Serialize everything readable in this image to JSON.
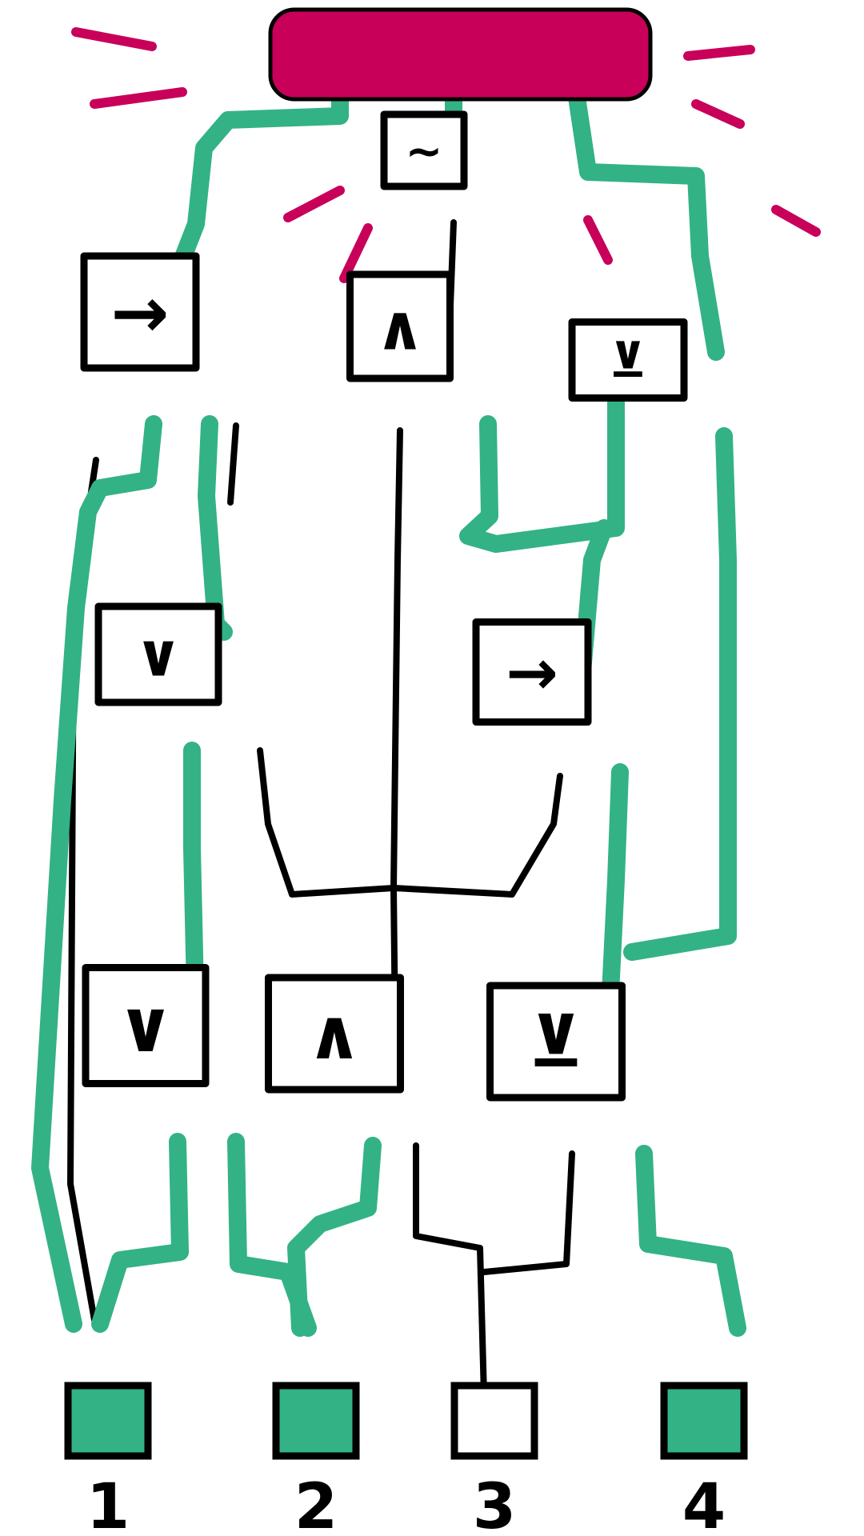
{
  "colors": {
    "active_wire": "#33B285",
    "inactive_wire": "#000000",
    "output_glow": "#C8005A",
    "box_stroke": "#000000",
    "box_fill": "#ffffff"
  },
  "output": {
    "name": "output-bar",
    "active": true
  },
  "gates": [
    {
      "id": "g-not",
      "symbol": "~"
    },
    {
      "id": "g-implies-l",
      "symbol": "→"
    },
    {
      "id": "g-and-top",
      "symbol": "∧"
    },
    {
      "id": "g-xor-top",
      "symbol": "⊻"
    },
    {
      "id": "g-or-mid",
      "symbol": "∨"
    },
    {
      "id": "g-implies-r",
      "symbol": "→"
    },
    {
      "id": "g-or-bot",
      "symbol": "∨"
    },
    {
      "id": "g-and-bot",
      "symbol": "∧"
    },
    {
      "id": "g-xor-bot",
      "symbol": "⊻"
    }
  ],
  "inputs": [
    {
      "label": "1",
      "on": true
    },
    {
      "label": "2",
      "on": true
    },
    {
      "label": "3",
      "on": false
    },
    {
      "label": "4",
      "on": true
    }
  ]
}
